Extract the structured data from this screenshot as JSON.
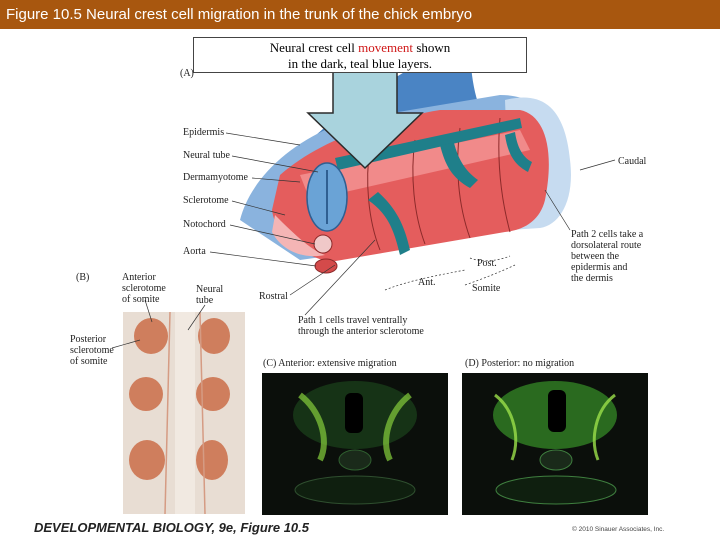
{
  "header": {
    "title": "Figure 10.5  Neural crest cell migration in the trunk of the chick embryo"
  },
  "callout": {
    "line1_pre": "Neural crest cell ",
    "line1_highlight": "movement",
    "line1_post": " shown",
    "line2": "in the dark, teal blue layers."
  },
  "panel_a": {
    "letter": "(A)",
    "labels": {
      "epidermis": "Epidermis",
      "neural_tube": "Neural tube",
      "dermamyotome": "Dermamyotome",
      "sclerotome": "Sclerotome",
      "notochord": "Notochord",
      "aorta": "Aorta",
      "caudal": "Caudal",
      "rostral": "Rostral",
      "post": "Post.",
      "ant": "Ant.",
      "somite": "Somite",
      "path2": [
        "Path 2 cells take a",
        "dorsolateral route",
        "between the",
        "epidermis and",
        "the dermis"
      ],
      "path1": [
        "Path 1 cells travel ventrally",
        "through the anterior sclerotome"
      ]
    }
  },
  "panel_b": {
    "letter": "(B)",
    "anterior": [
      "Anterior",
      "sclerotome",
      "of somite"
    ],
    "neural": [
      "Neural",
      "tube"
    ],
    "posterior": [
      "Posterior",
      "sclerotome",
      "of somite"
    ]
  },
  "panel_c": {
    "caption": "(C)  Anterior: extensive migration"
  },
  "panel_d": {
    "caption": "(D)  Posterior: no migration"
  },
  "footer": {
    "left": "DEVELOPMENTAL BIOLOGY, 9e, Figure 10.5",
    "right": "© 2010 Sinauer Associates, Inc."
  },
  "colors": {
    "title_bar": "#a8570f",
    "highlight": "#d01818",
    "teal": "#1f7f8a",
    "arrow_fill": "#a9d3dd"
  }
}
